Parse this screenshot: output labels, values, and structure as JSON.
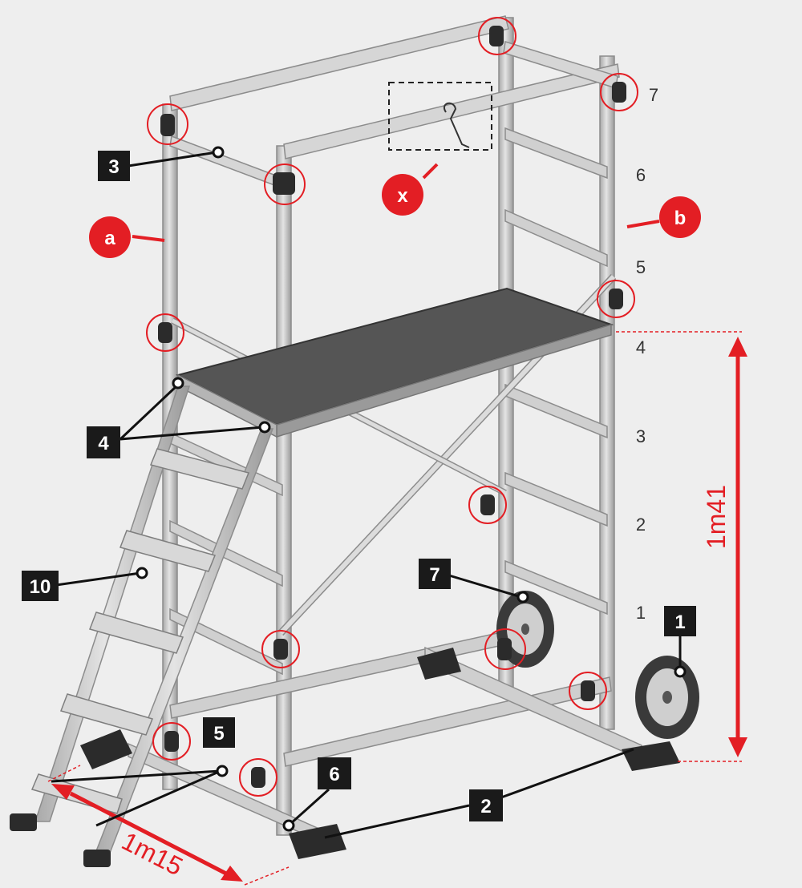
{
  "colors": {
    "background": "#eeeeee",
    "accent_red": "#e31e24",
    "callout_box": "#1a1a1a",
    "frame_metal": "#c9c9c9",
    "frame_edge": "#8c8c8c",
    "platform": "#555555",
    "rubber": "#2b2b2b"
  },
  "callouts": {
    "c1": "1",
    "c2": "2",
    "c3": "3",
    "c4": "4",
    "c5": "5",
    "c6": "6",
    "c7": "7",
    "c10": "10"
  },
  "side_markers": {
    "a": "a",
    "b": "b",
    "x": "x"
  },
  "rung_numbers": [
    "1",
    "2",
    "3",
    "4",
    "5",
    "6",
    "7"
  ],
  "dimensions": {
    "height": "1m41",
    "width": "1m15"
  },
  "icons": {
    "hook": "hook-icon",
    "clamp": "clamp-icon",
    "wheel": "wheel-icon",
    "foot": "foot-icon"
  }
}
